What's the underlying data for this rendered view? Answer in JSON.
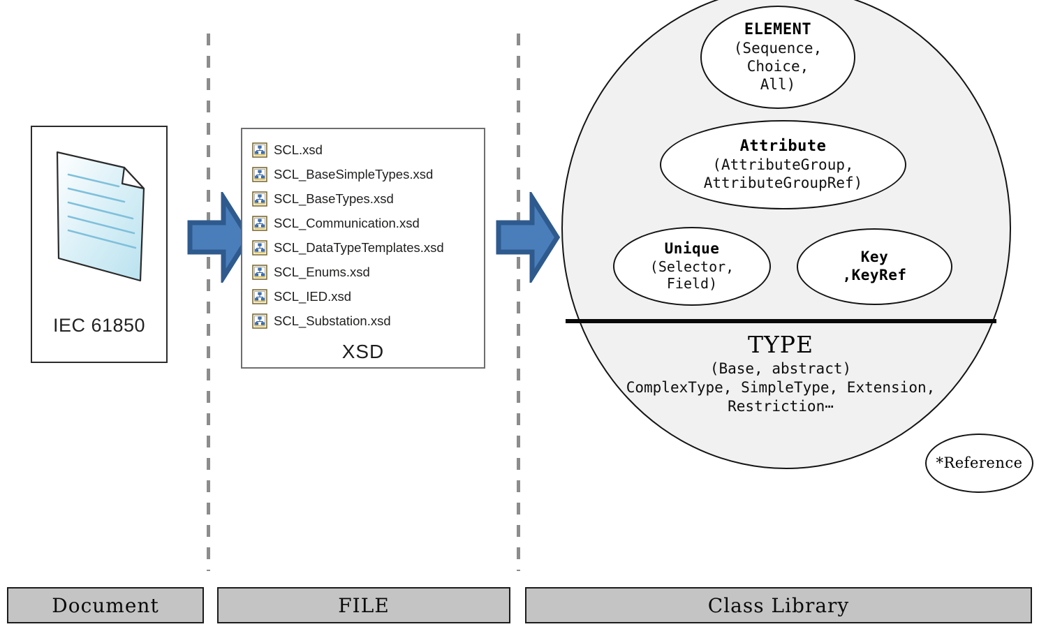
{
  "diagram": {
    "title": "IEC 61850 SCL XSD to Class Library mapping",
    "colors": {
      "arrow_fill": "#4a7ebb",
      "arrow_stroke": "#2e5a8e",
      "circle_fill": "#f1f1f1",
      "circle_stroke": "#141414",
      "layer_label_fill": "#c4c4c4",
      "separator": "#8c8c8c",
      "document_page_fill": "#cfe9f3"
    }
  },
  "document_stage": {
    "icon_name": "document-page-icon",
    "label": "IEC 61850"
  },
  "arrows": [
    {
      "name": "arrow-document-to-file",
      "icon": "right-block-arrow-icon"
    },
    {
      "name": "arrow-file-to-class",
      "icon": "right-block-arrow-icon"
    }
  ],
  "file_stage": {
    "caption": "XSD",
    "file_icon_name": "xsd-schema-icon",
    "files": [
      "SCL.xsd",
      "SCL_BaseSimpleTypes.xsd",
      "SCL_BaseTypes.xsd",
      "SCL_Communication.xsd",
      "SCL_DataTypeTemplates.xsd",
      "SCL_Enums.xsd",
      "SCL_IED.xsd",
      "SCL_Substation.xsd"
    ]
  },
  "class_library": {
    "nodes": {
      "element": {
        "head": "ELEMENT",
        "body": [
          "(Sequence,",
          "Choice,",
          "All)"
        ]
      },
      "attribute": {
        "head": "Attribute",
        "body": [
          "(AttributeGroup,",
          "AttributeGroupRef)"
        ]
      },
      "unique": {
        "head": "Unique",
        "body": [
          "(Selector,",
          "Field)"
        ]
      },
      "key": {
        "head": "Key",
        "body": [
          ",KeyRef"
        ]
      },
      "reference": {
        "head": "*Reference"
      }
    },
    "type_section": {
      "title": "TYPE",
      "lines": [
        "(Base, abstract)",
        "ComplexType, SimpleType, Extension,",
        "Restriction⋯"
      ]
    }
  },
  "layer_labels": {
    "document": "Document",
    "file": "FILE",
    "class_library": "Class Library"
  }
}
